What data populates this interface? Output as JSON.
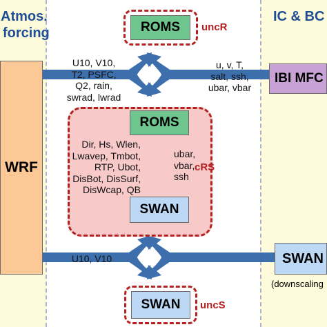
{
  "left_panel": {
    "title_line1": "Atmos.",
    "title_line2": "forcing"
  },
  "right_panel": {
    "title": "IC & BC"
  },
  "wrf": {
    "label": "WRF"
  },
  "ibi": {
    "label": "IBI MFC"
  },
  "unc_r": {
    "model": "ROMS",
    "label": "uncR"
  },
  "coupled": {
    "roms": "ROMS",
    "swan": "SWAN",
    "label": "cRS",
    "roms_to_swan_vars": [
      "ubar,",
      "vbar,",
      "ssh"
    ],
    "swan_to_roms_vars": [
      "Dir, Hs, Wlen,",
      "Lwavep, Tmbot,",
      "RTP, Ubot,",
      "DisBot, DisSurf,",
      "DisWcap, QB"
    ]
  },
  "unc_s": {
    "model": "SWAN",
    "label": "uncS"
  },
  "swan_right": {
    "label": "SWAN",
    "sublabel": "(downscaling"
  },
  "flux_atm_top": [
    "U10, V10,",
    "T2, PSFC,",
    "Q2, rain,",
    "swrad, lwrad"
  ],
  "flux_ocean_top": [
    "u, v, T,",
    "salt, ssh,",
    "ubar, vbar"
  ],
  "flux_atm_bottom": "U10, V10",
  "colors": {
    "arrow": "#3e6fad",
    "panel_bg": "#fdfbd9",
    "wrf_fill": "#fcc896",
    "ibi_fill": "#c8a2d4",
    "roms_fill": "#6fc58e",
    "swan_fill": "#bcd8f4",
    "coupled_fill": "#f7c9c9",
    "red": "#b52020",
    "title_blue": "#1f4e96"
  }
}
